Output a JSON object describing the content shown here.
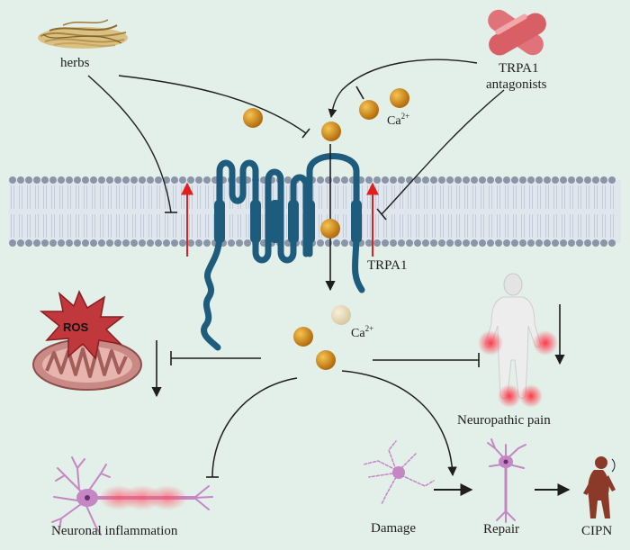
{
  "labels": {
    "herbs": "herbs",
    "trpa1_antagonists_line1": "TRPA1",
    "trpa1_antagonists_line2": "antagonists",
    "ca_top": "Ca",
    "ca_top_sup": "2+",
    "trpa1": "TRPA1",
    "ros": "ROS",
    "ca_mid": "Ca",
    "ca_mid_sup": "2+",
    "neuropathic_pain": "Neuropathic pain",
    "neuronal_inflammation": "Neuronal inflammation",
    "damage": "Damage",
    "repair": "Repair",
    "cipn": "CIPN"
  },
  "colors": {
    "background": "#e3efe9",
    "membrane_head": "#8a96a8",
    "membrane_tail": "#c4ccd8",
    "channel": "#1e5c7e",
    "calcium": "#d28a18",
    "calcium_faded": "#e8dcb8",
    "activation_arrow": "#e02020",
    "arrow": "#1e1e1e",
    "ros_burst": "#c0383c",
    "mitochondria": "#c98a86",
    "neuron": "#c487c3",
    "inflammation": "#ff5060",
    "body": "#e9e9e9",
    "cipn_figure": "#8b3a2a",
    "antagonist_pill": "#e0737a",
    "herbs": "#c8a661"
  },
  "icons": [
    "herbs-icon",
    "trpa1-antagonist-pill-icon",
    "calcium-ion-icon",
    "trpa1-channel-icon",
    "ros-burst-icon",
    "mitochondria-icon",
    "human-body-icon",
    "neuron-icon",
    "damaged-neuron-icon",
    "cipn-patient-icon"
  ]
}
